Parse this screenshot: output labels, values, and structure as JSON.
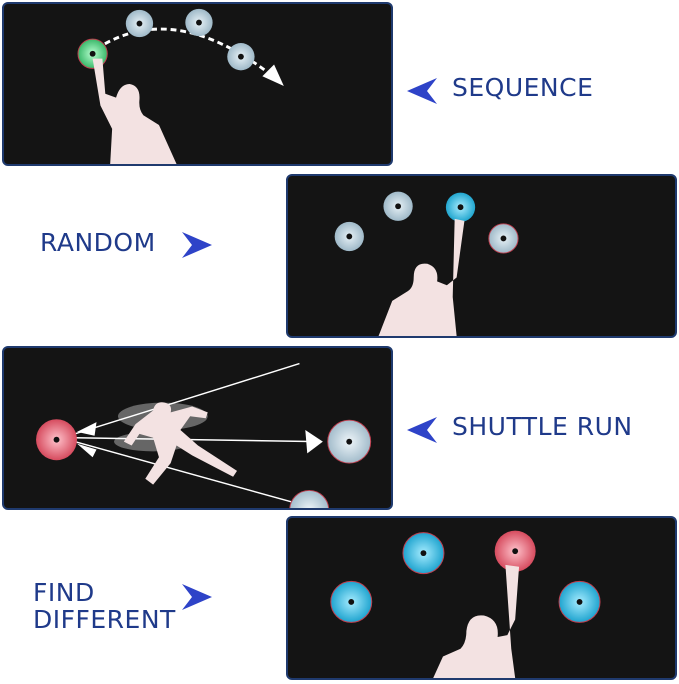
{
  "modes": [
    {
      "key": "sequence",
      "label": "SEQUENCE"
    },
    {
      "key": "random",
      "label": "RANDOM"
    },
    {
      "key": "shuttle_run",
      "label": "SHUTTLE RUN"
    },
    {
      "key": "find_different",
      "label_line1": "FIND",
      "label_line2": "DIFFERENT"
    }
  ],
  "colors": {
    "label": "#1f3a8a",
    "arrow": "#2e43c8",
    "panel_bg": "#141414",
    "panel_border": "#1f3a6e",
    "pod_grey": "#b7cfdc",
    "pod_cyan": "#2fb6da",
    "pod_green": "#4cc77a",
    "pod_red": "#e06a78",
    "silhouette": "#f3e2e2"
  },
  "icons": {
    "pointer": "triangle-arrow-icon",
    "pod": "light-pod-icon",
    "person": "person-silhouette-icon"
  }
}
